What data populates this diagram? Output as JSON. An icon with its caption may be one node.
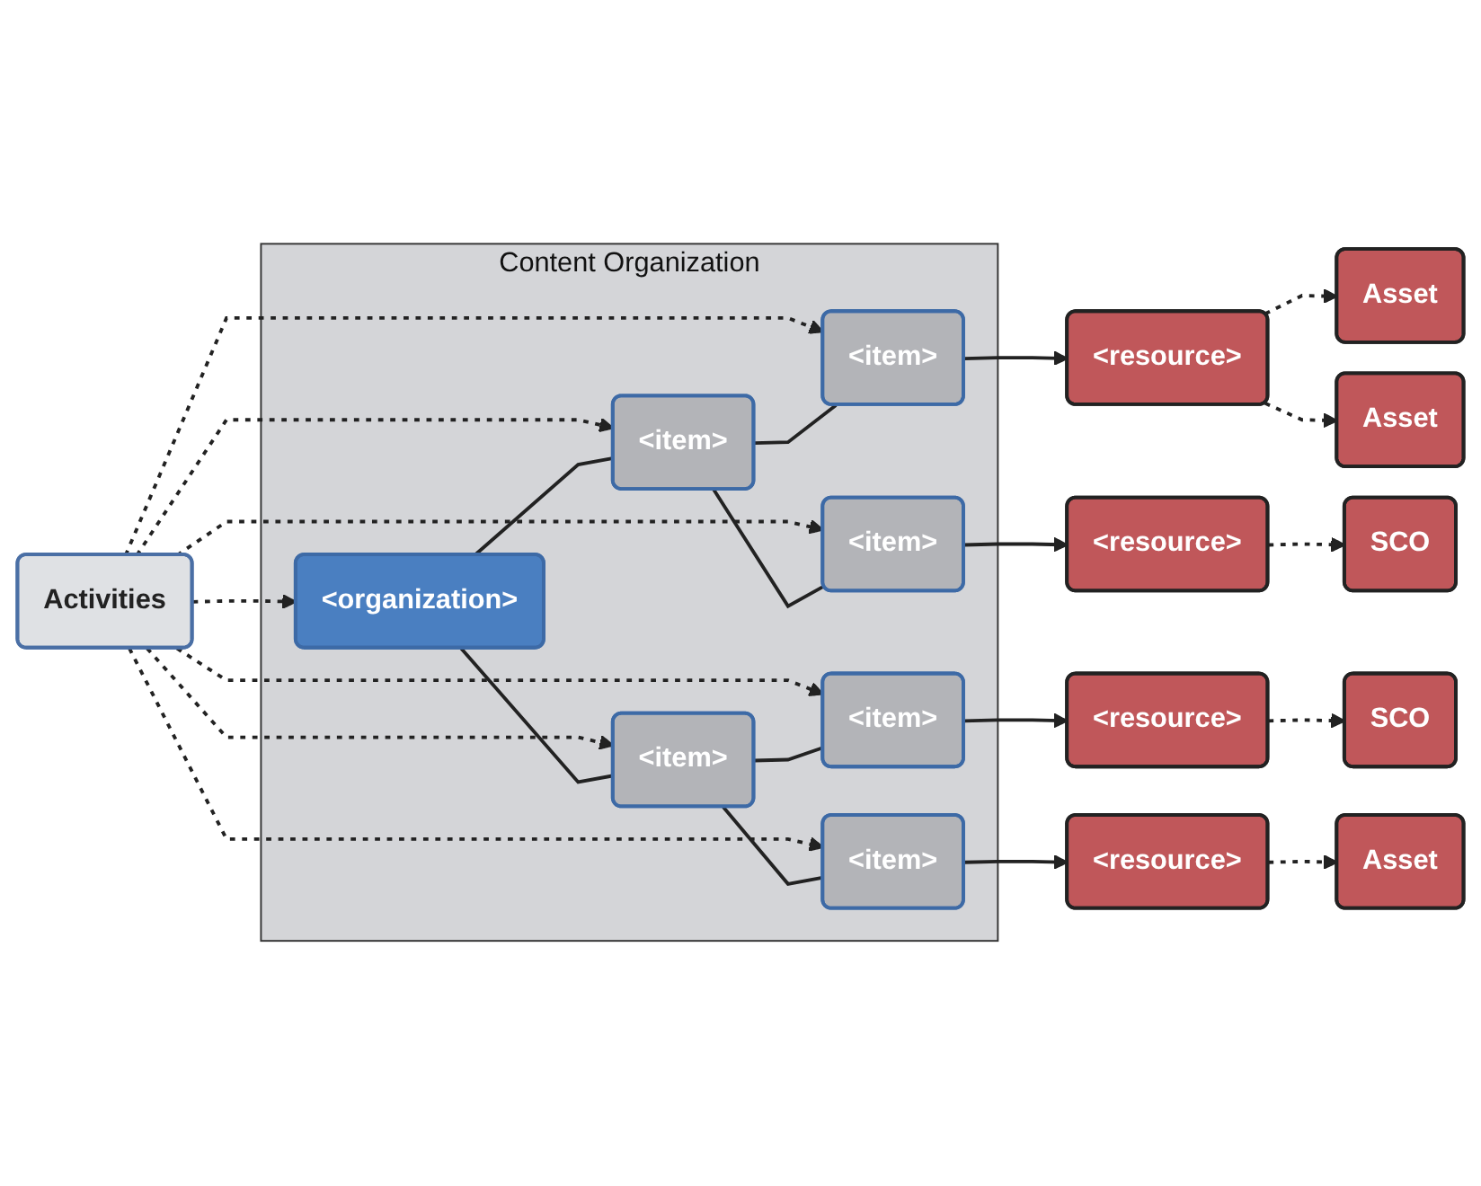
{
  "diagram": {
    "nodes": [
      {
        "text": [
          "Activities"
        ]
      },
      {
        "text": [
          "Content Organization"
        ]
      },
      {
        "text": [
          "<organization>"
        ],
        "in": 1
      },
      {
        "text": [
          "<item>"
        ],
        "in": 1
      },
      {
        "text": [
          "<item>"
        ],
        "in": 1
      },
      {
        "text": [
          "<item>"
        ],
        "in": 1
      },
      {
        "text": [
          "<item>"
        ],
        "in": 1
      },
      {
        "text": [
          "<item>"
        ],
        "in": 1
      },
      {
        "text": [
          "<item>"
        ],
        "in": 1
      },
      {
        "text": [
          "<resource>"
        ]
      },
      {
        "text": [
          "Asset"
        ]
      },
      {
        "text": [
          "Asset"
        ]
      },
      {
        "text": [
          "<resource>"
        ]
      },
      {
        "text": [
          "SCO"
        ]
      },
      {
        "text": [
          "<resource>"
        ]
      },
      {
        "text": [
          "SCO"
        ]
      },
      {
        "text": [
          "<resource>"
        ]
      },
      {
        "text": [
          "Asset"
        ]
      }
    ],
    "edges": [
      {
        "from": 0,
        "to": 2,
        "arrow": "to",
        "style": "dashed"
      },
      {
        "from": 0,
        "to": 3,
        "arrow": "to",
        "style": "dashed"
      },
      {
        "from": 0,
        "to": 4,
        "arrow": "to",
        "style": "dashed"
      },
      {
        "from": 0,
        "to": 5,
        "arrow": "to",
        "style": "dashed"
      },
      {
        "from": 0,
        "to": 6,
        "arrow": "to",
        "style": "dashed"
      },
      {
        "from": 0,
        "to": 7,
        "arrow": "to",
        "style": "dashed"
      },
      {
        "from": 0,
        "to": 8,
        "arrow": "to",
        "style": "dashed"
      },
      {
        "from": 2,
        "to": 3,
        "arrow": "none"
      },
      {
        "from": 2,
        "to": 6,
        "arrow": "none"
      },
      {
        "from": 3,
        "to": 4,
        "arrow": "none"
      },
      {
        "from": 3,
        "to": 5,
        "arrow": "none"
      },
      {
        "from": 6,
        "to": 7,
        "arrow": "none"
      },
      {
        "from": 6,
        "to": 8,
        "arrow": "none"
      },
      {
        "from": 4,
        "to": 9,
        "arrow": "to"
      },
      {
        "from": 9,
        "to": 10,
        "arrow": "to",
        "style": "dashed"
      },
      {
        "from": 9,
        "to": 11,
        "arrow": "to",
        "style": "dashed"
      },
      {
        "from": 5,
        "to": 12,
        "arrow": "to"
      },
      {
        "from": 12,
        "to": 13,
        "arrow": "to",
        "style": "dashed"
      },
      {
        "from": 7,
        "to": 14,
        "arrow": "to"
      },
      {
        "from": 14,
        "to": 15,
        "arrow": "to",
        "style": "dashed"
      },
      {
        "from": 8,
        "to": 16,
        "arrow": "to"
      },
      {
        "from": 16,
        "to": 17,
        "arrow": "to",
        "style": "dashed"
      }
    ]
  }
}
